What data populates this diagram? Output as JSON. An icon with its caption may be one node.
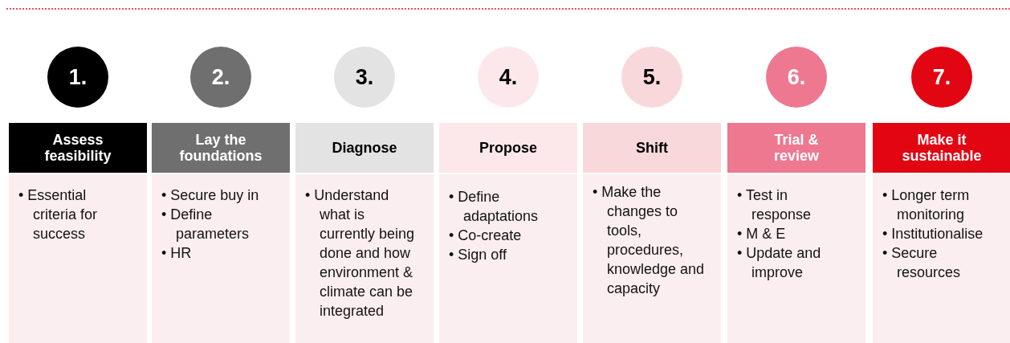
{
  "diagram": {
    "nodes": [
      {
        "text": [
          "1."
        ]
      },
      {
        "text": [
          "Assess feasibility"
        ]
      },
      {
        "text": [
          "• Essential criteria for success"
        ]
      },
      {
        "text": [
          "2."
        ]
      },
      {
        "text": [
          "Lay the foundations"
        ]
      },
      {
        "text": [
          "• Secure buy in",
          "• Define parameters",
          "• HR"
        ]
      },
      {
        "text": [
          "3."
        ]
      },
      {
        "text": [
          "Diagnose"
        ]
      },
      {
        "text": [
          "• Understand what is currently being done and how environment & climate can be integrated"
        ]
      },
      {
        "text": [
          "4."
        ]
      },
      {
        "text": [
          "Propose"
        ]
      },
      {
        "text": [
          "• Define adaptations",
          "• Co-create",
          "• Sign off"
        ]
      },
      {
        "text": [
          "5."
        ]
      },
      {
        "text": [
          "Shift"
        ]
      },
      {
        "text": [
          "• Make the changes to tools, procedures, knowledge and capacity"
        ]
      },
      {
        "text": [
          "6."
        ]
      },
      {
        "text": [
          "Trial & review"
        ]
      },
      {
        "text": [
          "• Test in response",
          "• M & E",
          "• Update and improve"
        ]
      },
      {
        "text": [
          "7."
        ]
      },
      {
        "text": [
          "Make it sustainable"
        ]
      },
      {
        "text": [
          "• Longer term monitoring",
          "• Institutionalise",
          "• Secure resources"
        ]
      }
    ]
  }
}
